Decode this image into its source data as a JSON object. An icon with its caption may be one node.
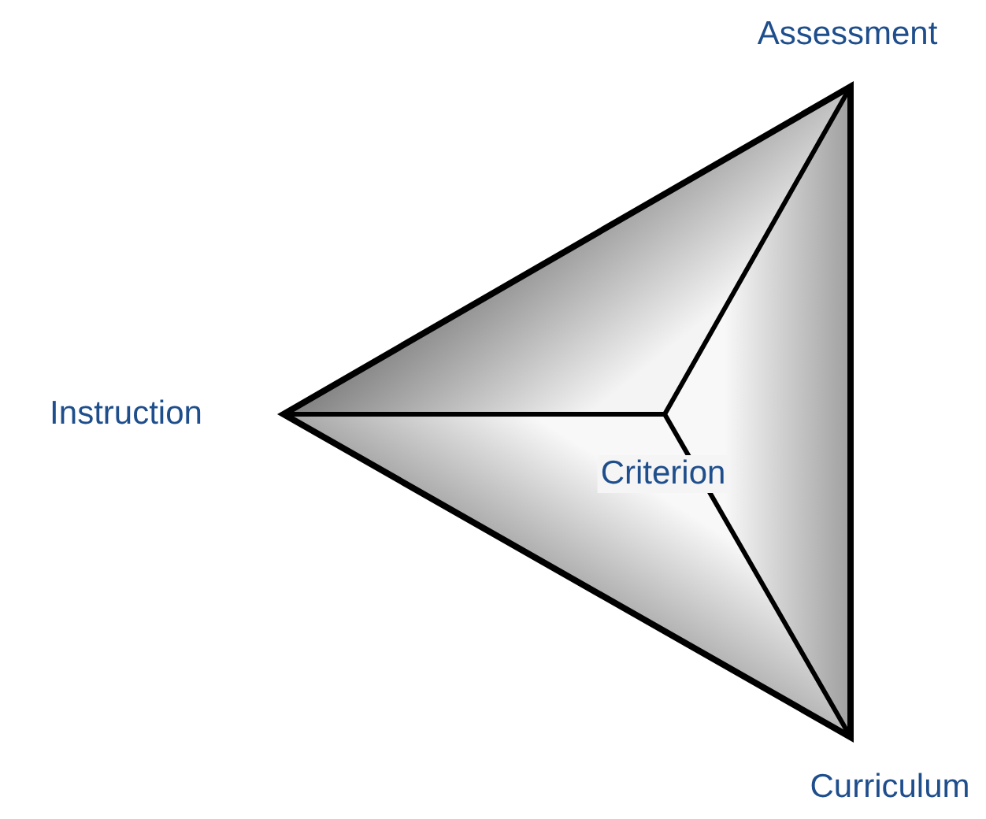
{
  "diagram": {
    "labels": [
      "Assessment",
      "Instruction",
      "Criterion",
      "Curriculum"
    ]
  }
}
